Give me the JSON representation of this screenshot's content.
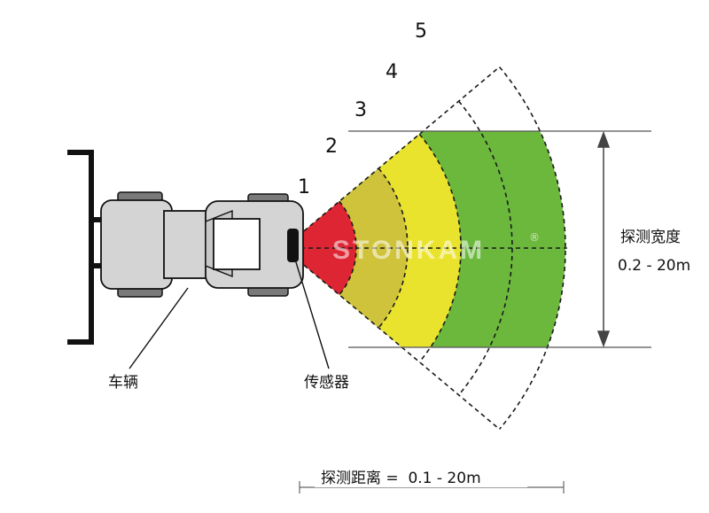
{
  "zones": {
    "numbers": [
      "1",
      "2",
      "3",
      "4",
      "5"
    ],
    "fill_colors": [
      "#dd2533",
      "#cfc33c",
      "#eae32e",
      "#6bb83d",
      "#6bb83d"
    ]
  },
  "labels": {
    "vehicle": "车辆",
    "sensor": "传感器",
    "width_title": "探测宽度",
    "width_value": "0.2 - 20m",
    "distance": "探测距离 =  0.1 - 20m"
  },
  "watermark": {
    "text": "STONKAM",
    "registered": "®"
  },
  "colors": {
    "vehicle_body": "#d4d4d4",
    "tire": "#7a7a7a",
    "outline": "#1a1a1a"
  }
}
